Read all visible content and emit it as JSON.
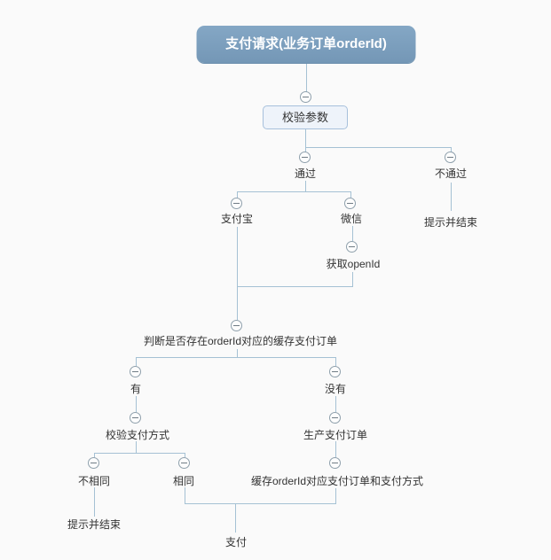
{
  "diagram": {
    "root": {
      "label": "支付请求(业务订单orderId)"
    },
    "nodes": {
      "check_params": "校验参数",
      "pass": "通过",
      "fail": "不通过",
      "fail_end": "提示并结束",
      "alipay": "支付宝",
      "wechat": "微信",
      "get_openid": "获取openId",
      "judge_cache": "判断是否存在orderId对应的缓存支付订单",
      "has": "有",
      "has_not": "没有",
      "check_pay_method": "校验支付方式",
      "create_pay_order": "生产支付订单",
      "not_same": "不相同",
      "same": "相同",
      "cache_order": "缓存orderId对应支付订单和支付方式",
      "not_same_end": "提示并结束",
      "pay": "支付"
    },
    "icons": {
      "collapse": "minus-circle"
    },
    "colors": {
      "background": "#FAFAFA",
      "root_fill": "#7BA0BF",
      "root_text": "#FFFFFF",
      "connector": "#A5C1D4",
      "topic_border": "#A7C0DC",
      "topic_fill": "#EEF3FA",
      "text": "#333333"
    }
  }
}
